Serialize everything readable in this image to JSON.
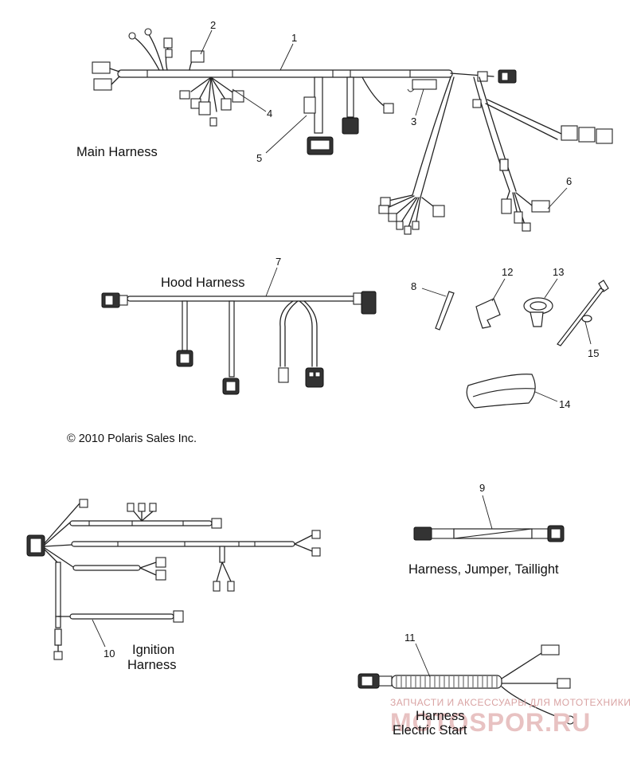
{
  "labels": {
    "main_harness": "Main Harness",
    "hood_harness": "Hood Harness",
    "jumper_taillight": "Harness, Jumper, Taillight",
    "ignition_line1": "Ignition",
    "ignition_line2": "Harness",
    "electric_line1": "Harness",
    "electric_line2": "Electric Start",
    "copyright": "© 2010 Polaris Sales Inc."
  },
  "callouts": {
    "n1": "1",
    "n2": "2",
    "n3": "3",
    "n4": "4",
    "n5": "5",
    "n6": "6",
    "n7": "7",
    "n8": "8",
    "n9": "9",
    "n10": "10",
    "n11": "11",
    "n12": "12",
    "n13": "13",
    "n14": "14",
    "n15": "15"
  },
  "watermark": {
    "line1": "ЗАПЧАСТИ И АКСЕССУАРЫ ДЛЯ МОТОТЕХНИКИ",
    "line2": "MOTOSPOR.RU"
  }
}
